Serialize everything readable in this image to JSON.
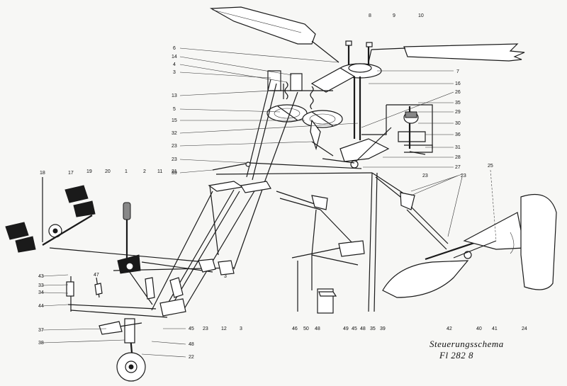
{
  "title_line1": "Steuerungsschema",
  "title_line2": "Fl 282 8",
  "labels": {
    "l1": "1",
    "l2": "2",
    "l3a": "3",
    "l3b": "3",
    "l3c": "3",
    "l4": "4",
    "l5": "5",
    "l6": "6",
    "l7": "7",
    "l8": "8",
    "l9": "9",
    "l10": "10",
    "l11": "11",
    "l12": "12",
    "l13": "13",
    "l14": "14",
    "l15": "15",
    "l16": "16",
    "l17": "17",
    "l18": "18",
    "l19": "19",
    "l20": "20",
    "l21": "21",
    "l22": "22",
    "l23a": "23",
    "l23b": "23",
    "l23c": "23",
    "l23d": "23",
    "l23e": "23",
    "l24": "24",
    "l25": "25",
    "l26": "26",
    "l27": "27",
    "l28": "28",
    "l29": "29",
    "l30": "30",
    "l31": "31",
    "l32": "32",
    "l33": "33",
    "l34": "34",
    "l35": "35",
    "l35b": "35",
    "l36": "36",
    "l37": "37",
    "l38": "38",
    "l39a": "39",
    "l39b": "39",
    "l40": "40",
    "l41": "41",
    "l42": "42",
    "l43": "43",
    "l44": "44",
    "l45a": "45",
    "l45b": "45",
    "l46": "46",
    "l47": "47",
    "l48a": "48",
    "l48b": "48",
    "l48c": "48",
    "l49": "49",
    "l50": "50"
  }
}
